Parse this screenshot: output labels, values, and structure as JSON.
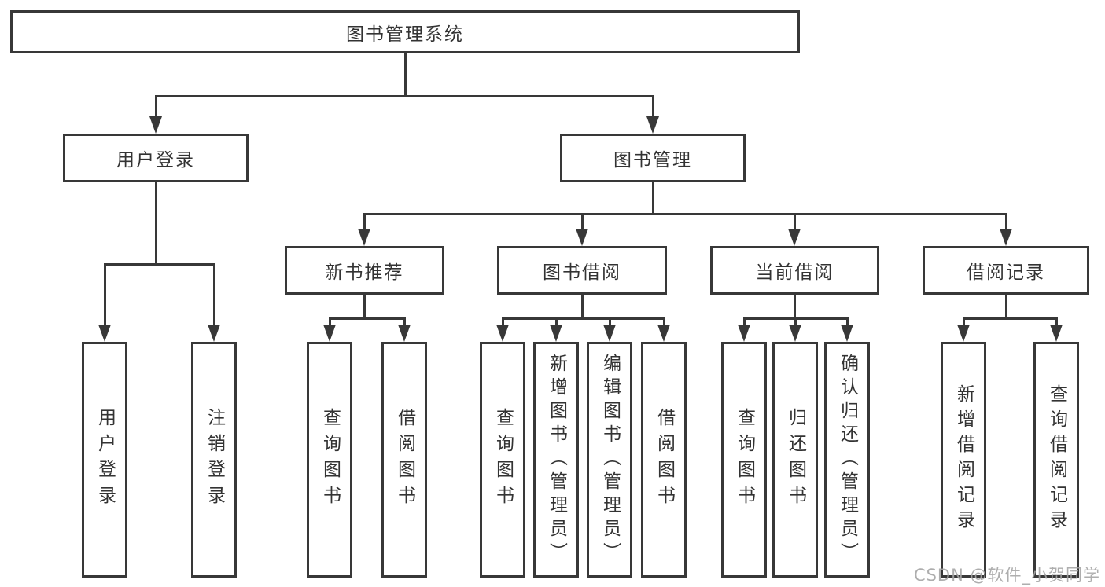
{
  "diagram": {
    "root": {
      "label": "图书管理系统"
    },
    "branches": [
      {
        "label": "用户登录"
      },
      {
        "label": "图书管理"
      }
    ],
    "modules": [
      {
        "label": "新书推荐"
      },
      {
        "label": "图书借阅"
      },
      {
        "label": "当前借阅"
      },
      {
        "label": "借阅记录"
      }
    ],
    "leaves": [
      {
        "label": "用户登录"
      },
      {
        "label": "注销登录"
      },
      {
        "label": "查询图书"
      },
      {
        "label": "借阅图书"
      },
      {
        "label": "查询图书"
      },
      {
        "label": "新增图书（管理员）"
      },
      {
        "label": "编辑图书（管理员）"
      },
      {
        "label": "借阅图书"
      },
      {
        "label": "查询图书"
      },
      {
        "label": "归还图书"
      },
      {
        "label": "确认归还（管理员）"
      },
      {
        "label": "新增借阅记录"
      },
      {
        "label": "查询借阅记录"
      }
    ]
  },
  "watermark": {
    "text": "CSDN @软件_小贺同学"
  },
  "colors": {
    "line": "#383838",
    "text": "#333333",
    "box_bg": "#ffffff",
    "page_bg": "#ffffff",
    "watermark": "#a5a5a5"
  }
}
